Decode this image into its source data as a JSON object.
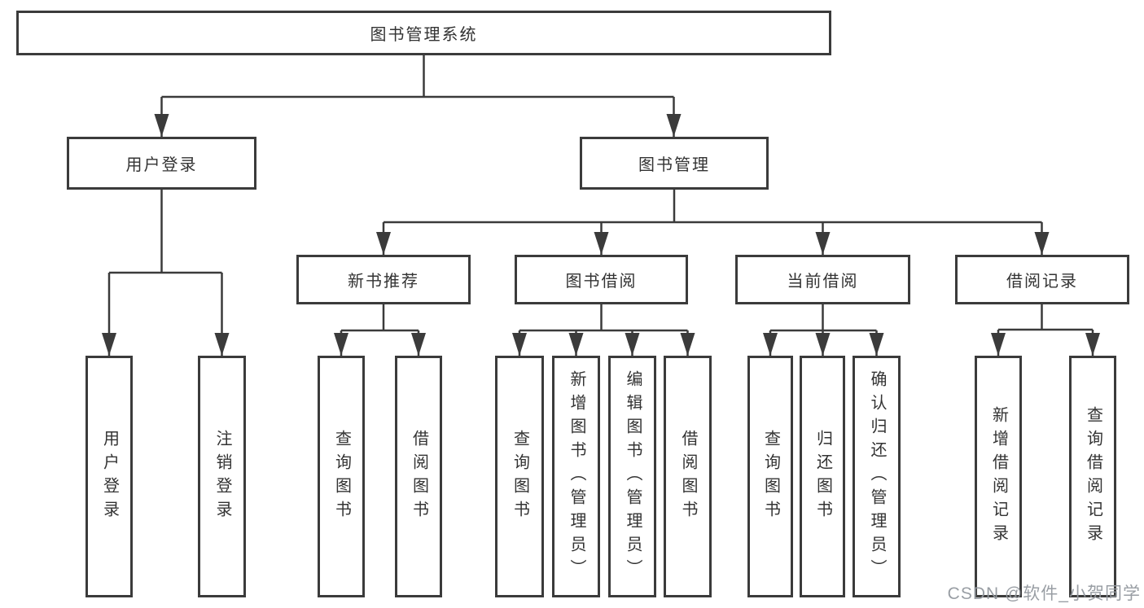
{
  "diagram": {
    "root": {
      "label": "图书管理系统"
    },
    "branches": [
      {
        "label": "用户登录",
        "children": [
          {
            "label": "用户登录"
          },
          {
            "label": "注销登录"
          }
        ]
      },
      {
        "label": "图书管理",
        "children": [
          {
            "label": "新书推荐",
            "children": [
              {
                "label": "查询图书"
              },
              {
                "label": "借阅图书"
              }
            ]
          },
          {
            "label": "图书借阅",
            "children": [
              {
                "label": "查询图书"
              },
              {
                "label": "新增图书（管理员）"
              },
              {
                "label": "编辑图书（管理员）"
              },
              {
                "label": "借阅图书"
              }
            ]
          },
          {
            "label": "当前借阅",
            "children": [
              {
                "label": "查询图书"
              },
              {
                "label": "归还图书"
              },
              {
                "label": "确认归还（管理员）"
              }
            ]
          },
          {
            "label": "借阅记录",
            "children": [
              {
                "label": "新增借阅记录"
              },
              {
                "label": "查询借阅记录"
              }
            ]
          }
        ]
      }
    ]
  },
  "watermark": {
    "text": "CSDN @软件_小贺同学"
  },
  "colors": {
    "line": "#3b3b3b",
    "box_border": "#3b3b3b",
    "text": "#333333",
    "watermark": "#94999f",
    "background": "#ffffff"
  }
}
